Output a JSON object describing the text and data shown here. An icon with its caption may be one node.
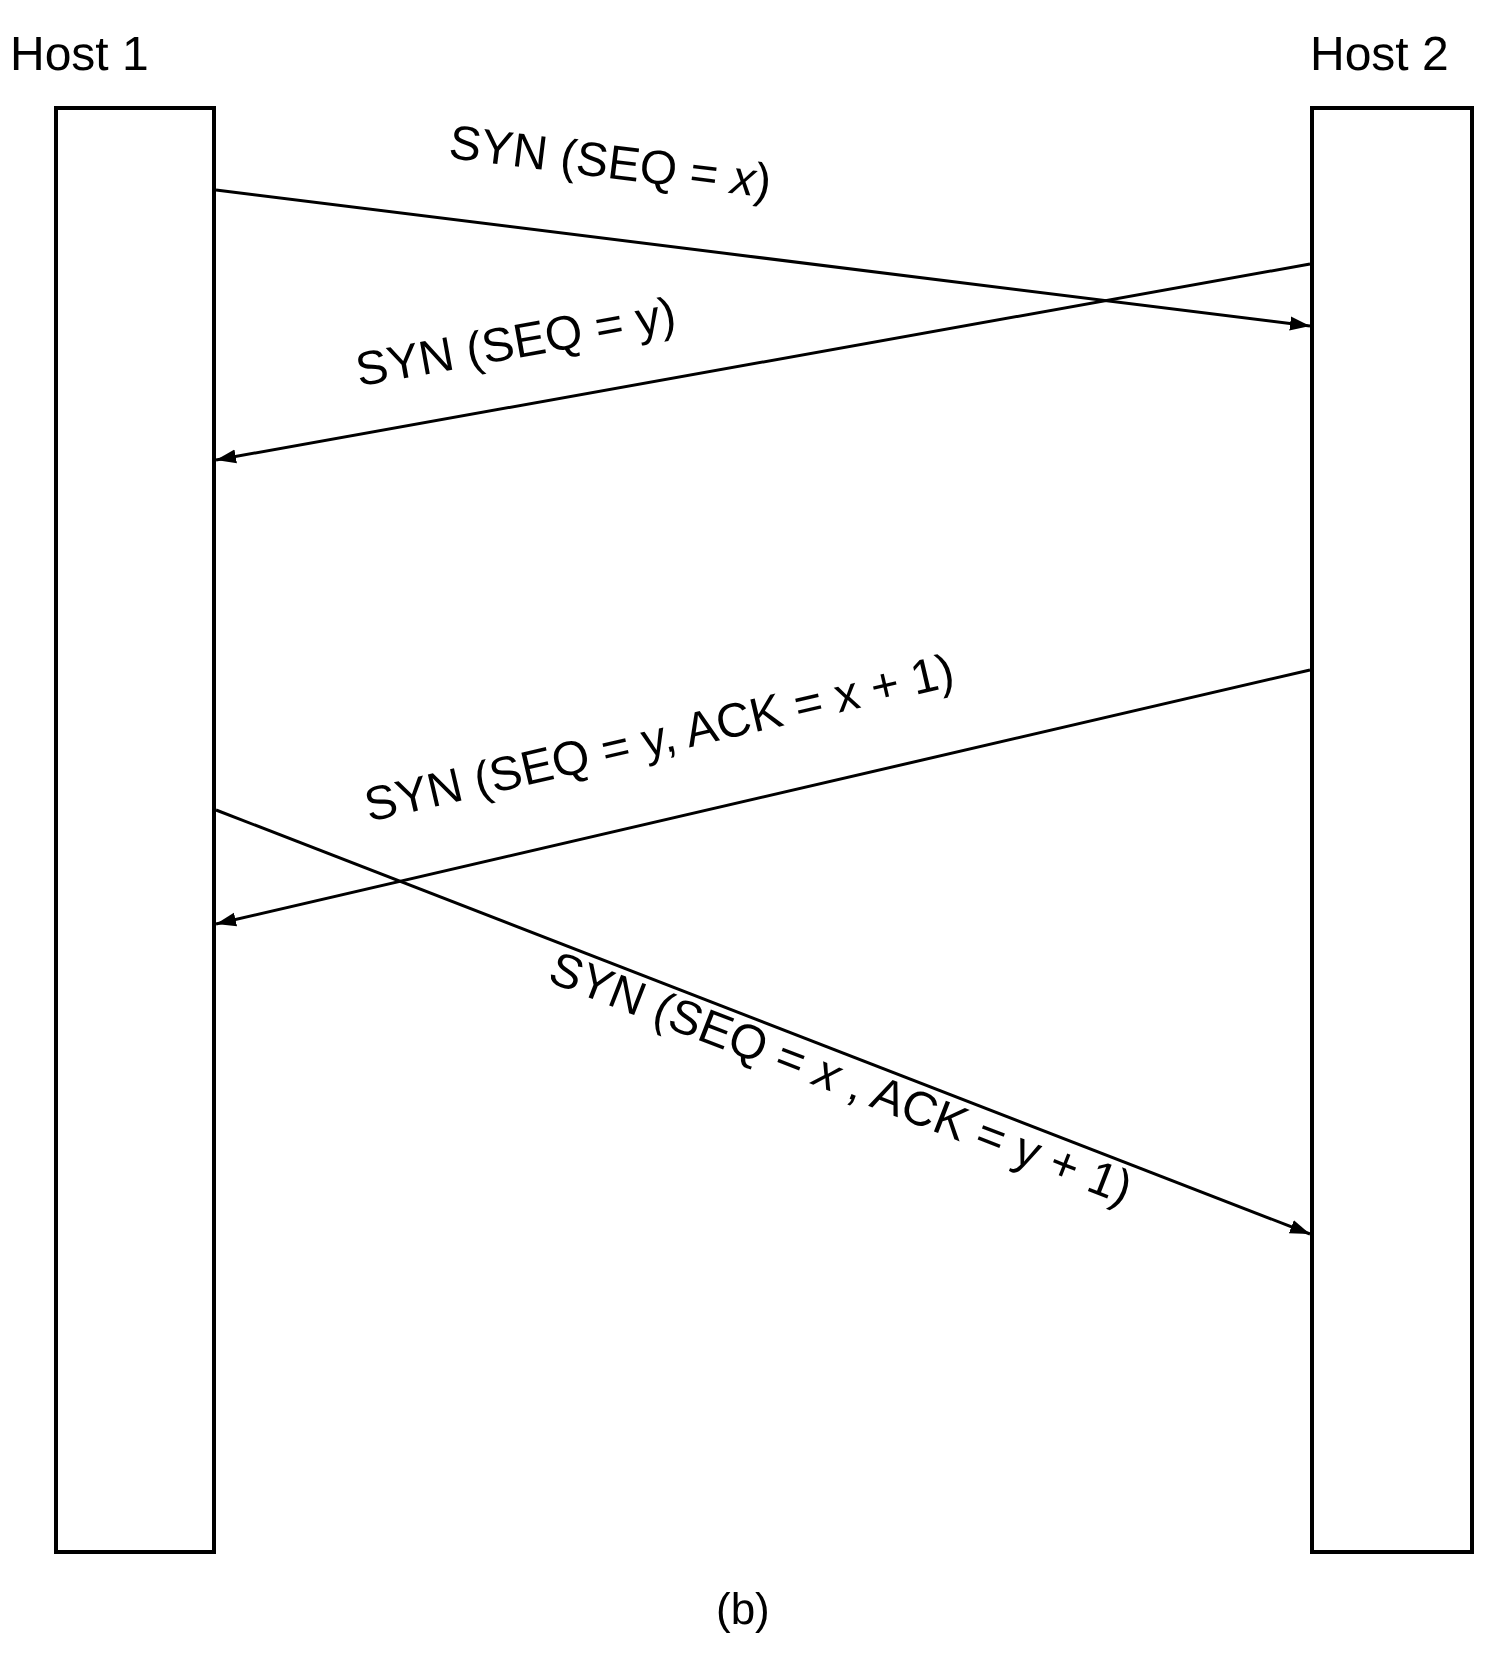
{
  "diagram": {
    "caption": "(b)",
    "nodes": [
      {
        "text": [
          "Host 1"
        ]
      },
      {
        "text": [
          "Host 2"
        ]
      }
    ],
    "edges": [
      {
        "from": 0,
        "to": 1,
        "arrow": "to",
        "label": "SYN (SEQ = *x*)"
      },
      {
        "from": 1,
        "to": 0,
        "arrow": "to",
        "label": "SYN (SEQ = y)"
      },
      {
        "from": 1,
        "to": 0,
        "arrow": "to",
        "label": "SYN (SEQ = y, ACK = x + 1)"
      },
      {
        "from": 0,
        "to": 1,
        "arrow": "to",
        "label": "SYN (SEQ = *x* , ACK = y + 1)"
      }
    ]
  }
}
